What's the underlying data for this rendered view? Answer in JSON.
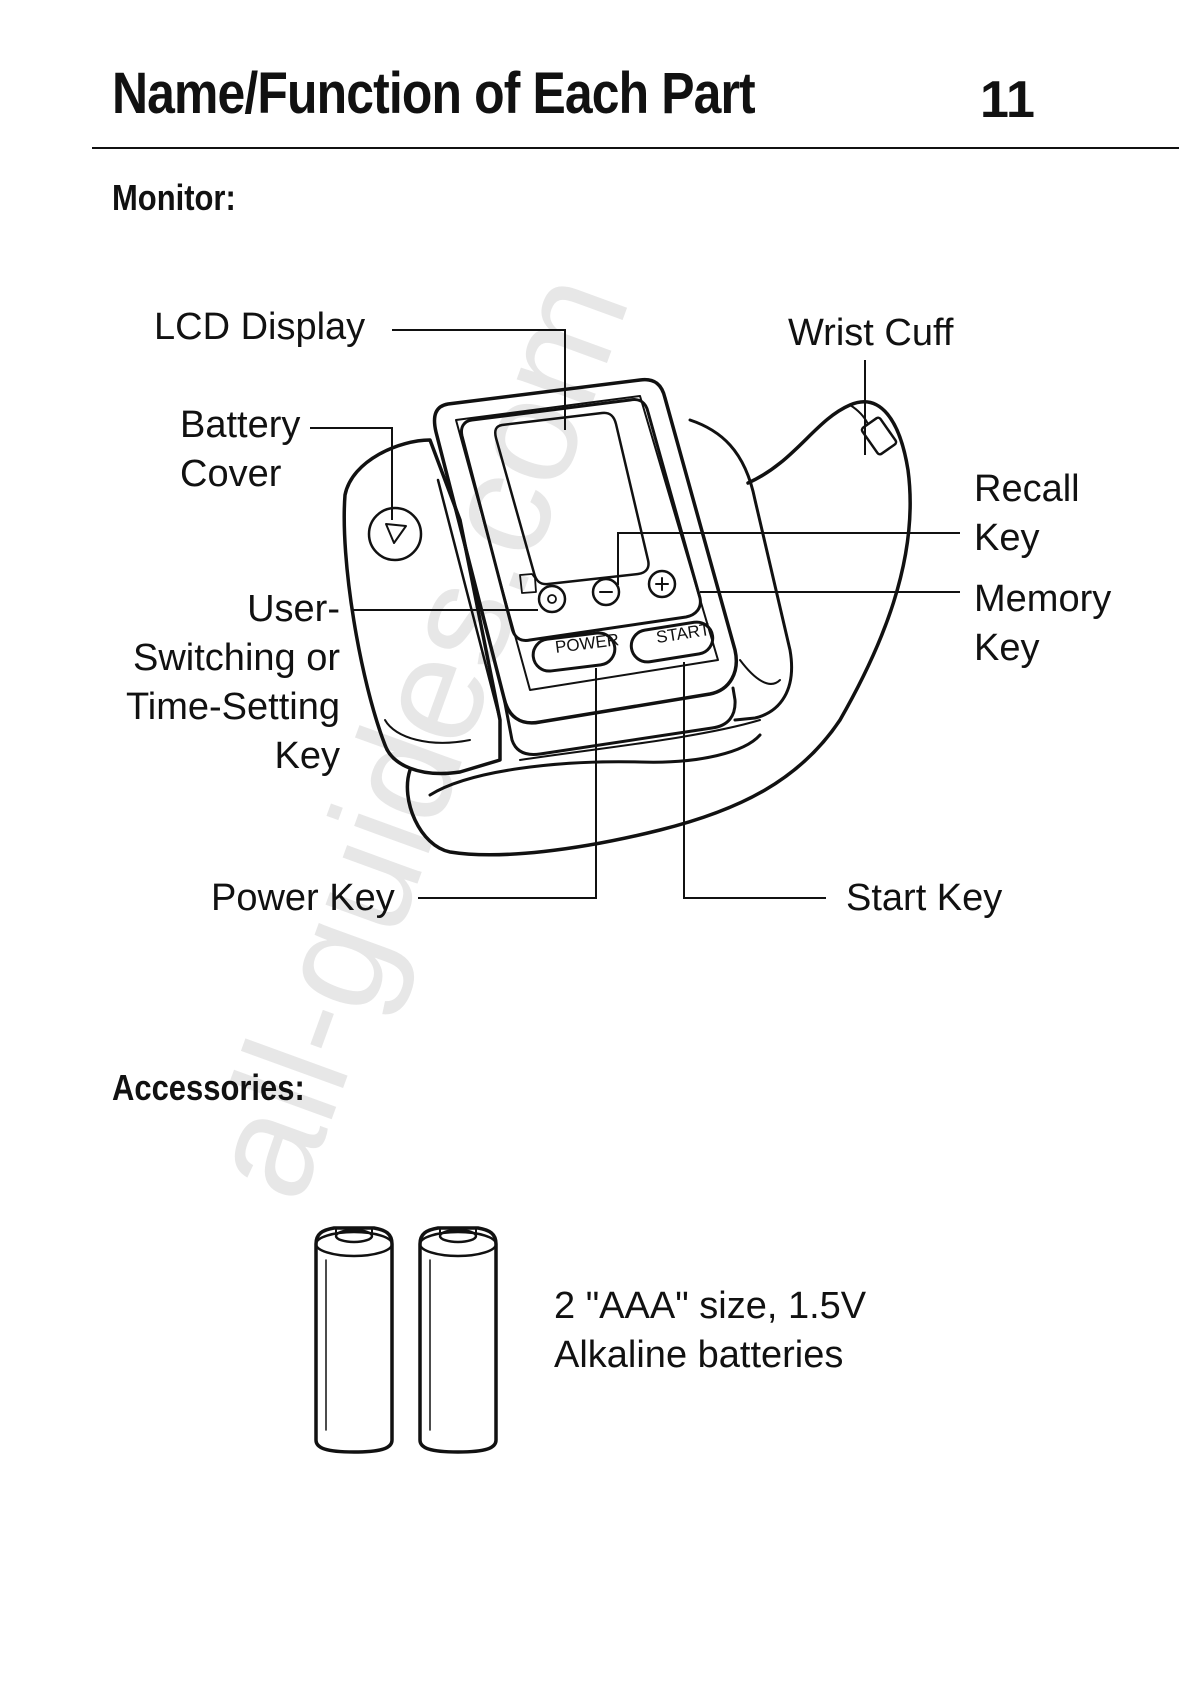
{
  "page": {
    "title": "Name/Function of Each Part",
    "number": "11"
  },
  "sections": {
    "monitor": "Monitor:",
    "accessories": "Accessories:"
  },
  "monitor_labels": {
    "lcd_display": "LCD Display",
    "wrist_cuff": "Wrist Cuff",
    "battery_cover": [
      "Battery",
      "Cover"
    ],
    "recall_key": [
      "Recall",
      "Key"
    ],
    "memory_key": [
      "Memory",
      "Key"
    ],
    "user_switching_key": [
      "User-",
      "Switching or",
      "Time-Setting",
      "Key"
    ],
    "power_key": "Power Key",
    "start_key": "Start Key"
  },
  "device_buttons": {
    "power": "POWER",
    "start": "START"
  },
  "accessories": {
    "batteries": [
      "2 \"AAA\" size, 1.5V",
      "Alkaline batteries"
    ]
  },
  "watermark": "all-guides.com"
}
